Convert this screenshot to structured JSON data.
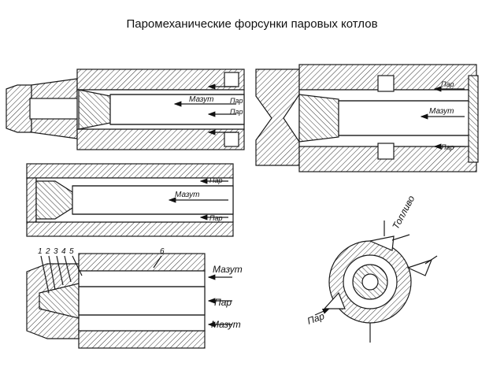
{
  "title": "Паромеханические форсунки паровых котлов",
  "labels": {
    "fuel_oil": "Мазут",
    "fuel_oil_alt": "Мазут",
    "steam": "Пар",
    "fuel": "Топливо",
    "n1": "1",
    "n2": "2",
    "n3": "3",
    "n4": "4",
    "n5": "5",
    "n6": "6"
  },
  "colors": {
    "ink": "#1a1a1a",
    "hatch": "#333333",
    "paper": "#ffffff"
  }
}
